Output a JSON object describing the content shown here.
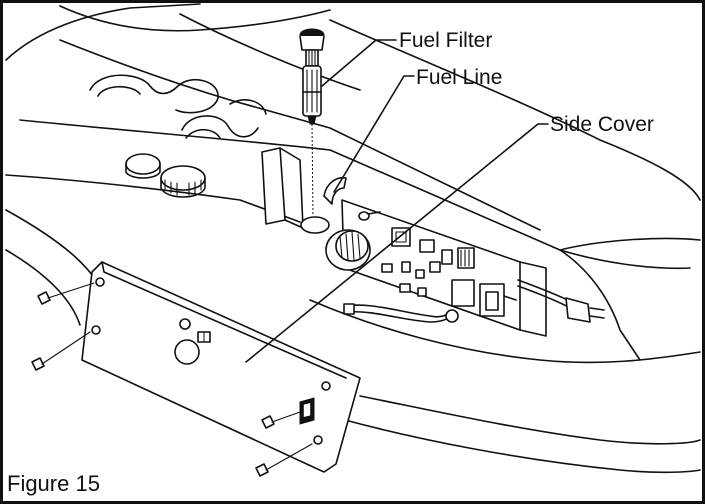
{
  "labels": {
    "fuel_filter": "Fuel Filter",
    "fuel_line": "Fuel Line",
    "side_cover": "Side Cover"
  },
  "caption": "Figure 15"
}
